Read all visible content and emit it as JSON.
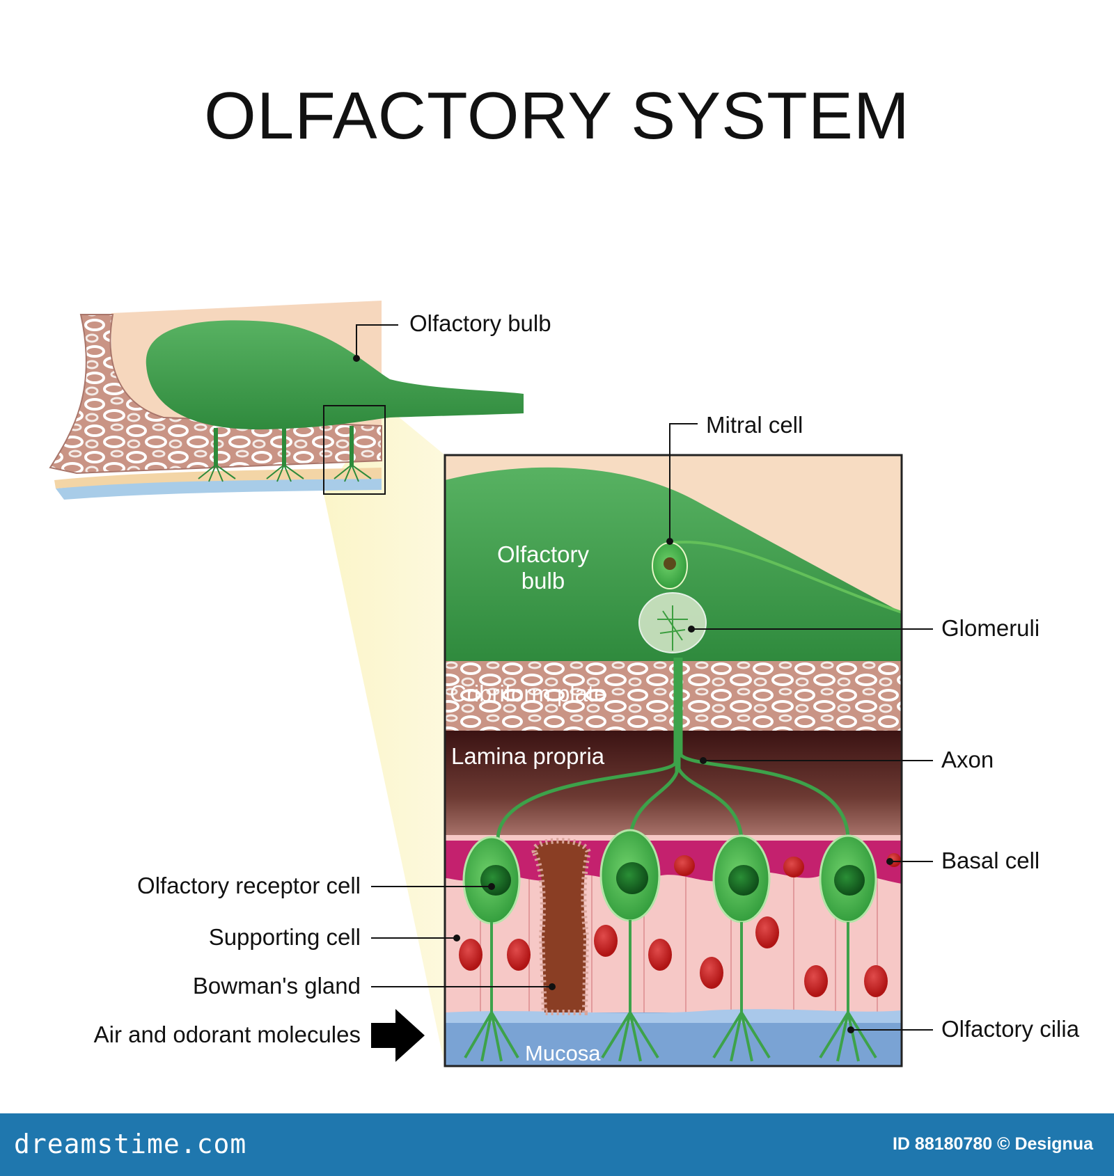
{
  "title": "OLFACTORY SYSTEM",
  "labels": {
    "olfactory_bulb": "Olfactory bulb",
    "mitral_cell": "Mitral cell",
    "glomeruli": "Glomeruli",
    "axon": "Axon",
    "basal_cell": "Basal cell",
    "olfactory_cilia": "Olfactory cilia",
    "olfactory_receptor_cell": "Olfactory receptor cell",
    "supporting_cell": "Supporting cell",
    "bowmans_gland": "Bowman's gland",
    "air_and_odorant": "Air and odorant molecules"
  },
  "inset_labels": {
    "olfactory_bulb_line1": "Olfactory",
    "olfactory_bulb_line2": "bulb",
    "cribriform_plate": "Cribriform plate",
    "lamina_propria": "Lamina propria",
    "mucosa": "Mucosa"
  },
  "footer": {
    "brand": "dreamstime.com",
    "credit": "ID 88180780 © Designua"
  },
  "colors": {
    "bulb_green": "#3e9a4a",
    "bone_brown": "#b98576",
    "skin_peach": "#f7d9bf",
    "lamina_dark": "#4a1c1a",
    "supporting_pink": "#f6c8c6",
    "basal_magenta": "#c4216e",
    "mucosa_blue": "#7aa3d4",
    "footer_blue": "#1f77ae"
  }
}
